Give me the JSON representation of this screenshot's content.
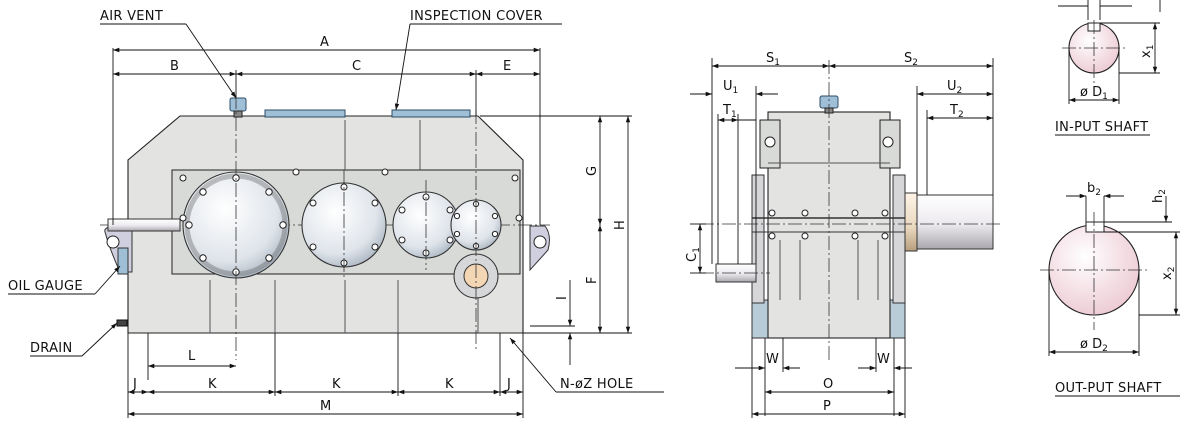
{
  "callouts": {
    "air_vent": "AIR VENT",
    "inspection_cover": "INSPECTION COVER",
    "oil_gauge": "OIL GAUGE",
    "drain": "DRAIN",
    "hole": "N-øZ HOLE"
  },
  "front_dims": {
    "A": "A",
    "B": "B",
    "C": "C",
    "E": "E",
    "G": "G",
    "H": "H",
    "F": "F",
    "I": "I",
    "L": "L",
    "J": "J",
    "K": "K",
    "M": "M"
  },
  "side_dims": {
    "S": "S",
    "S1_sub": "1",
    "S2_sub": "2",
    "U": "U",
    "U1_sub": "1",
    "U2_sub": "2",
    "T": "T",
    "T1_sub": "1",
    "T2_sub": "2",
    "C": "C",
    "C1_sub": "1",
    "W": "W",
    "O": "O",
    "P": "P"
  },
  "input_shaft": {
    "title": "IN-PUT SHAFT",
    "diameter": "ø D",
    "diameter_sub": "1",
    "x": "x",
    "x_sub": "1"
  },
  "output_shaft": {
    "title": "OUT-PUT SHAFT",
    "diameter": "ø D",
    "diameter_sub": "2",
    "b": "b",
    "b_sub": "2",
    "h": "h",
    "h_sub": "2",
    "x": "x",
    "x_sub": "2"
  },
  "colors": {
    "housing": "#e3e4e2",
    "gear_highlight": "#ffffff",
    "gear_shadow": "#b9c4cf",
    "cover": "#9fbfd6",
    "shaft_pink": "#f2d7de"
  }
}
